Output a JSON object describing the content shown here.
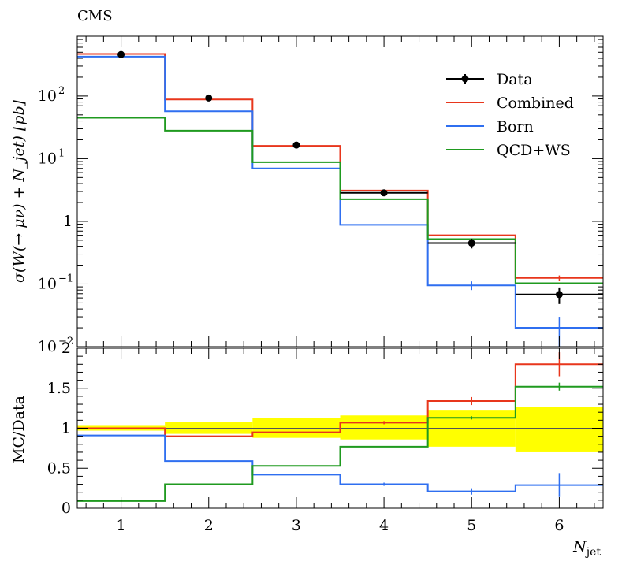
{
  "experiment_label": "CMS",
  "colors": {
    "data": "#000000",
    "combined": "#e8361c",
    "born": "#2f6ff0",
    "qcdws": "#1f9a1f",
    "band": "#ffff00"
  },
  "chart_data": [
    {
      "type": "line",
      "step": true,
      "y_scale": "log",
      "ylabel": "σ(W(→ μν) + N_jet) [pb]",
      "ylim": [
        0.01,
        900
      ],
      "xlim": [
        0.5,
        6.5
      ],
      "legend_position": "top-right",
      "x": [
        1,
        2,
        3,
        4,
        5,
        6
      ],
      "series": [
        {
          "name": "Data",
          "values": [
            460,
            93,
            16.5,
            2.85,
            0.45,
            0.068
          ],
          "errors": [
            14,
            4,
            1.0,
            0.25,
            0.08,
            0.02
          ]
        },
        {
          "name": "Combined",
          "values": [
            470,
            88,
            16,
            3.1,
            0.6,
            0.125
          ],
          "errors": [
            0,
            0,
            0,
            0,
            0,
            0.012
          ]
        },
        {
          "name": "Born",
          "values": [
            425,
            57,
            7.0,
            0.88,
            0.095,
            0.02
          ],
          "errors": [
            0,
            0,
            0,
            0,
            0.015,
            0.01
          ]
        },
        {
          "name": "QCD+WS",
          "values": [
            45,
            28,
            8.8,
            2.25,
            0.52,
            0.103
          ],
          "errors": [
            0,
            0,
            0,
            0,
            0,
            0
          ]
        }
      ],
      "y_ticks": [
        {
          "v": 0.01,
          "base": "10",
          "exp": "−2"
        },
        {
          "v": 0.1,
          "base": "10",
          "exp": "−1"
        },
        {
          "v": 1,
          "base": "1",
          "exp": ""
        },
        {
          "v": 10,
          "base": "10",
          "exp": "1"
        },
        {
          "v": 100,
          "base": "10",
          "exp": "2"
        }
      ]
    },
    {
      "type": "line",
      "step": true,
      "ylabel": "MC/Data",
      "xlabel": "N_jet",
      "ylim": [
        0,
        2
      ],
      "xlim": [
        0.5,
        6.5
      ],
      "x": [
        1,
        2,
        3,
        4,
        5,
        6
      ],
      "x_ticks": [
        "1",
        "2",
        "3",
        "4",
        "5",
        "6"
      ],
      "y_ticks": [
        "0",
        "0.5",
        "1",
        "1.5",
        "2"
      ],
      "uncertainty_band": {
        "low": [
          0.97,
          0.93,
          0.88,
          0.86,
          0.77,
          0.7
        ],
        "high": [
          1.03,
          1.08,
          1.13,
          1.16,
          1.23,
          1.27
        ]
      },
      "series": [
        {
          "name": "Combined",
          "values": [
            1.0,
            0.9,
            0.95,
            1.07,
            1.34,
            1.8
          ],
          "errors": [
            0,
            0,
            0,
            0.02,
            0.05,
            0.15
          ]
        },
        {
          "name": "Born",
          "values": [
            0.91,
            0.59,
            0.42,
            0.3,
            0.21,
            0.29
          ],
          "errors": [
            0,
            0,
            0,
            0.02,
            0.04,
            0.15
          ]
        },
        {
          "name": "QCD+WS",
          "values": [
            0.09,
            0.3,
            0.53,
            0.77,
            1.13,
            1.52
          ],
          "errors": [
            0,
            0,
            0,
            0,
            0.02,
            0.05
          ]
        }
      ]
    }
  ]
}
